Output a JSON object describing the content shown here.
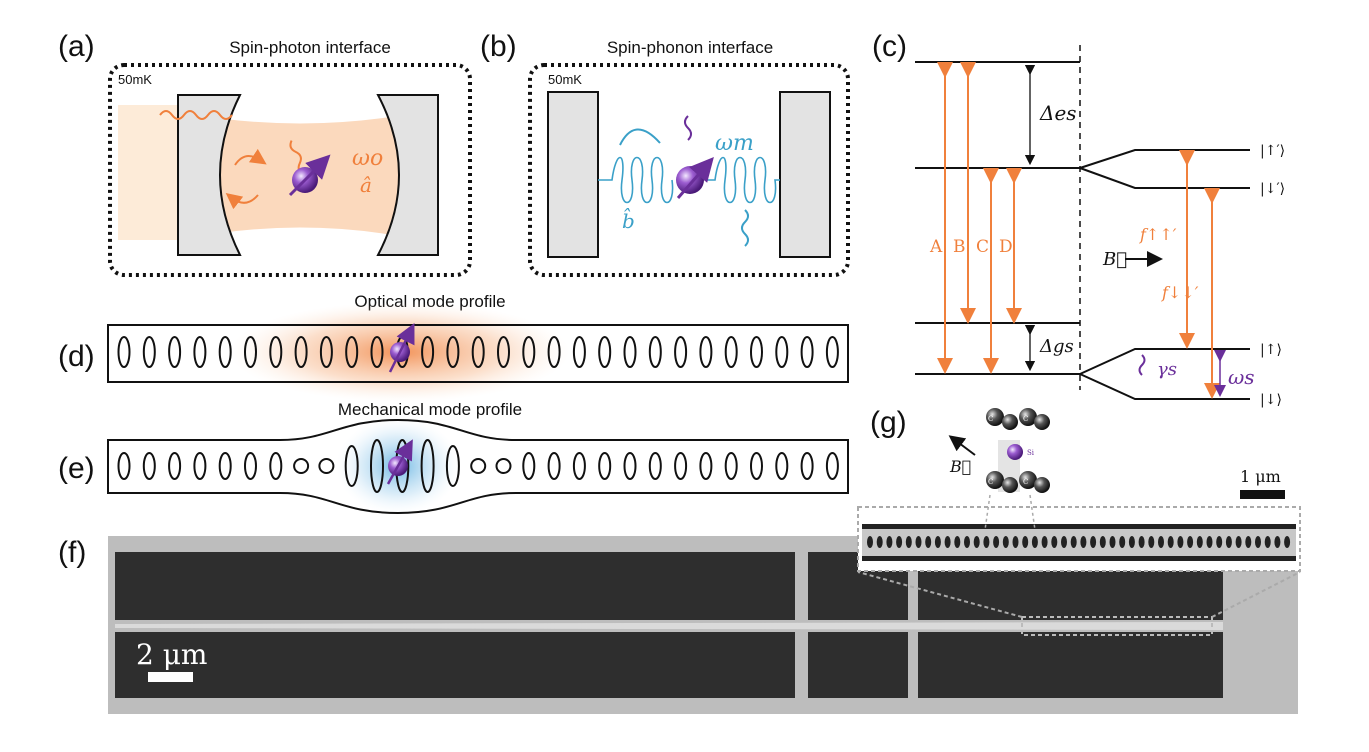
{
  "panels": {
    "a": {
      "label": "(a)",
      "title": "Spin-photon interface",
      "temp": "50mK",
      "freq": "ωo",
      "op": "â"
    },
    "b": {
      "label": "(b)",
      "title": "Spin-phonon interface",
      "temp": "50mK",
      "freq": "ωm",
      "op": "b̂"
    },
    "c": {
      "label": "(c)",
      "delta_es": "Δes",
      "delta_gs": "Δgs",
      "transitions": [
        "A",
        "B",
        "C",
        "D"
      ],
      "f_up": "f↑↑′",
      "f_down": "f↓↓′",
      "field": "B⃗",
      "gamma": "γs",
      "omega_s": "ωs",
      "states": [
        "|↑′⟩",
        "|↓′⟩",
        "|↑⟩",
        "|↓⟩"
      ]
    },
    "d": {
      "label": "(d)",
      "title": "Optical mode profile"
    },
    "e": {
      "label": "(e)",
      "title": "Mechanical mode profile"
    },
    "f": {
      "label": "(f)",
      "scale": "2 μm"
    },
    "g": {
      "label": "(g)",
      "scale": "1 μm",
      "field": "B⃗",
      "atoms": [
        "C",
        "C",
        "C",
        "C",
        "C",
        "C",
        "Si"
      ]
    }
  },
  "colors": {
    "photon": "#f0803c",
    "phonon": "#3aa0c8",
    "spin": "#6a2f9a",
    "gray": "#e3e3e3"
  }
}
